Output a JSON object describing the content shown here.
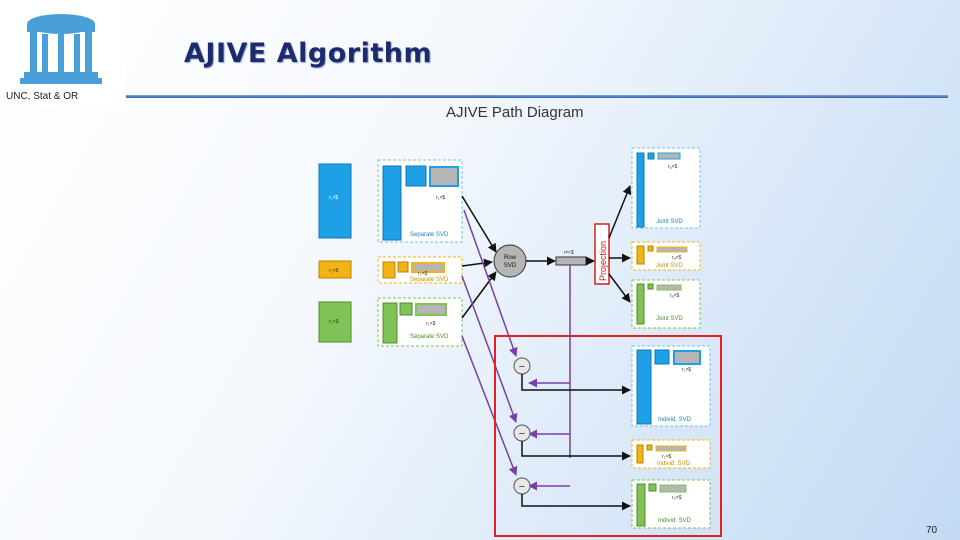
{
  "header": {
    "title": "AJIVE Algorithm",
    "org": "UNC, Stat & OR",
    "page_number": "70"
  },
  "diagram": {
    "title": "AJIVE Path Diagram",
    "row_svd_line1": "Row",
    "row_svd_line2": "SVD",
    "projection_label": "Projection",
    "concat_label": "rᴬ×$",
    "separate_svd": [
      "Separate SVD",
      "Separate SVD",
      "Separate SVD"
    ],
    "data_labels": [
      "r₁×$",
      "r₂×$",
      "r₃×$"
    ],
    "svd_labels": [
      "r₁×$",
      "r₂×$",
      "r₃×$"
    ],
    "joint_svd": [
      "Joint SVD",
      "Joint SVD",
      "Joint SVD"
    ],
    "joint_labels": [
      "rₐ×$",
      "rₐ×$",
      "rₐ×$"
    ],
    "indiv_svd": [
      "Individ. SVD",
      "Individ. SVD",
      "Individ. SVD"
    ],
    "indiv_labels": [
      "r₁×$",
      "r₂×$",
      "r₃×$"
    ],
    "minus_symbol": "−",
    "colors": {
      "blue": "#1ea0e6",
      "yellow": "#f2b415",
      "green": "#80c256",
      "grey": "#b5b5b5",
      "purple": "#7a3ea8",
      "red_box": "#e62020",
      "dashed_blue": "#6ec2ea"
    }
  }
}
